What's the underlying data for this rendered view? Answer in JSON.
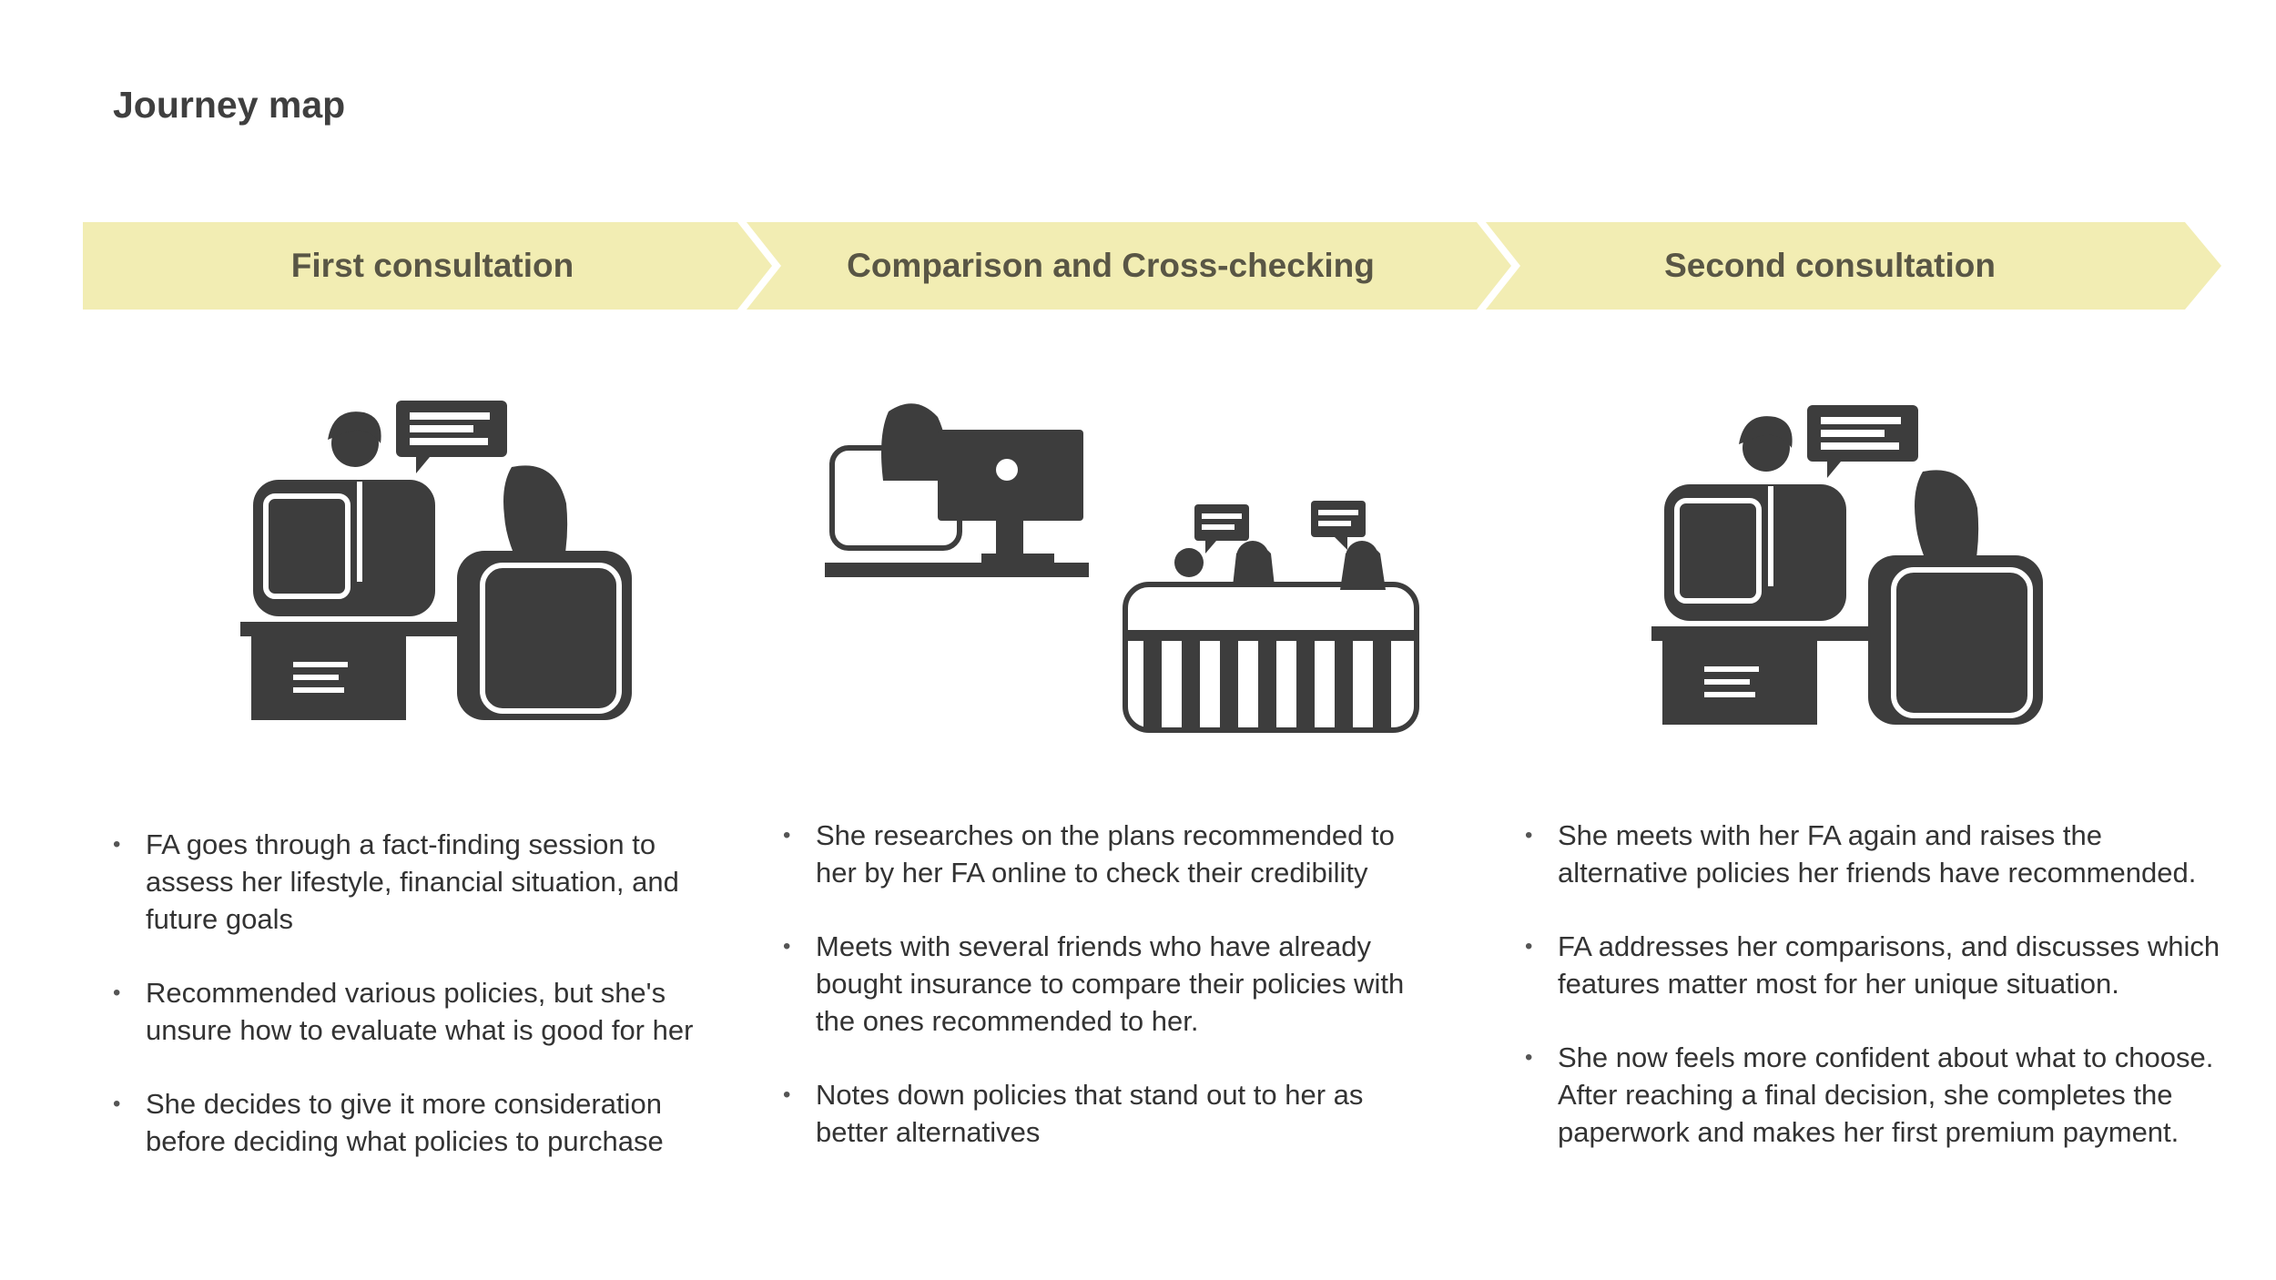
{
  "title": "Journey map",
  "colors": {
    "chevron_fill": "#f2edb3",
    "chevron_text": "#595645",
    "illustration": "#3d3d3d"
  },
  "stages": [
    {
      "label": "First consultation",
      "icon": "consultation-icon",
      "notes": [
        "FA goes through a fact-finding session to assess her lifestyle, financial situation, and future goals",
        "Recommended various policies, but she's unsure how to evaluate what is good for her",
        "She decides to give it more consideration before deciding what policies to purchase"
      ]
    },
    {
      "label": "Comparison and Cross-checking",
      "icon": "research-and-friends-icon",
      "notes": [
        "She researches on the plans recommended to her by her FA online to check their credibility",
        "Meets with several friends who have already bought insurance to compare their policies with the ones recommended to her.",
        "Notes down policies that stand out to her as better alternatives"
      ]
    },
    {
      "label": "Second consultation",
      "icon": "consultation-icon",
      "notes": [
        "She meets with her FA again and raises the alternative policies her friends have recommended.",
        "FA addresses her comparisons, and discusses which features matter most for her unique situation.",
        "She now feels more confident about what to choose. After reaching a final decision, she completes the paperwork and makes her first premium payment."
      ]
    }
  ]
}
